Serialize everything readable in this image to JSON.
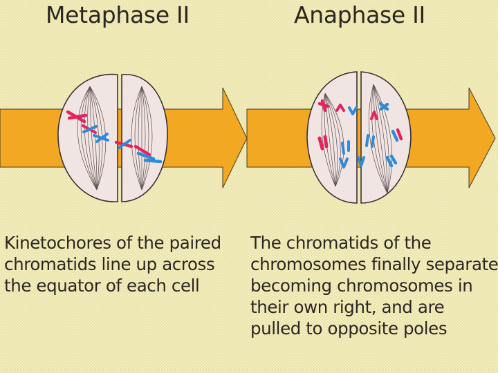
{
  "panels": [
    {
      "title": "Metaphase II",
      "caption": [
        "Kinetochores of the paired",
        "chromatids line up across",
        "the equator of each cell"
      ]
    },
    {
      "title": "Anaphase II",
      "caption": [
        "The chromatids of the",
        "chromosomes finally separate,",
        "becoming chromosomes in",
        "their own right, and are",
        "pulled to opposite poles"
      ]
    }
  ],
  "colors": {
    "background": "#f4efbe",
    "arrow": "#f2a822",
    "cell": "#f1e5e3",
    "chromatid_red": "#e3245e",
    "chromatid_blue": "#2e8bd6"
  }
}
